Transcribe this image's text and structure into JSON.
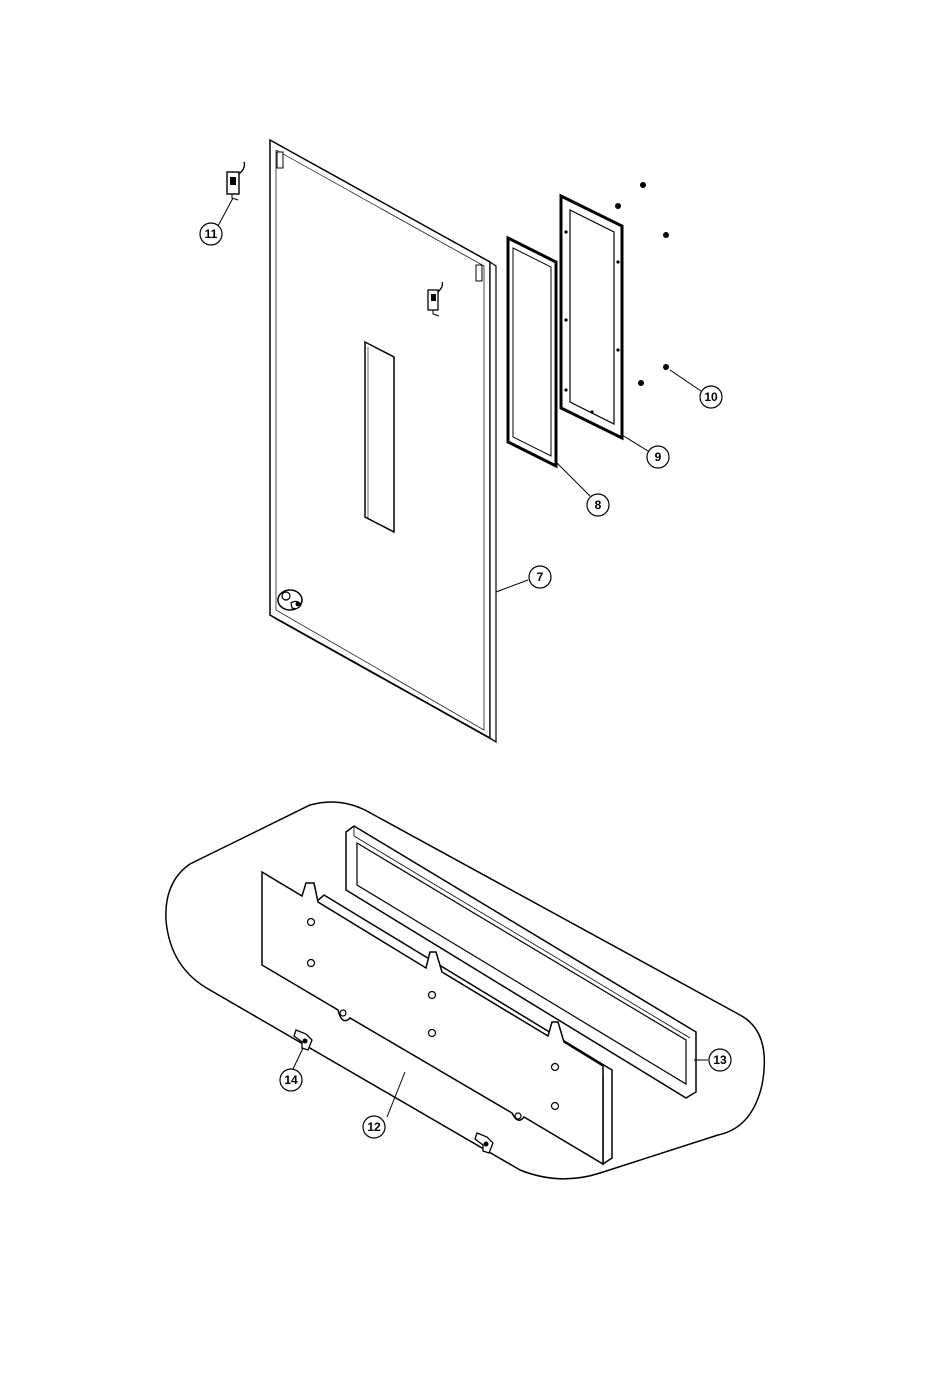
{
  "diagram": {
    "callouts": [
      {
        "id": "7",
        "label": "7"
      },
      {
        "id": "8",
        "label": "8"
      },
      {
        "id": "9",
        "label": "9"
      },
      {
        "id": "10",
        "label": "10"
      },
      {
        "id": "11",
        "label": "11"
      },
      {
        "id": "12",
        "label": "12"
      },
      {
        "id": "13",
        "label": "13"
      },
      {
        "id": "14",
        "label": "14"
      }
    ]
  }
}
